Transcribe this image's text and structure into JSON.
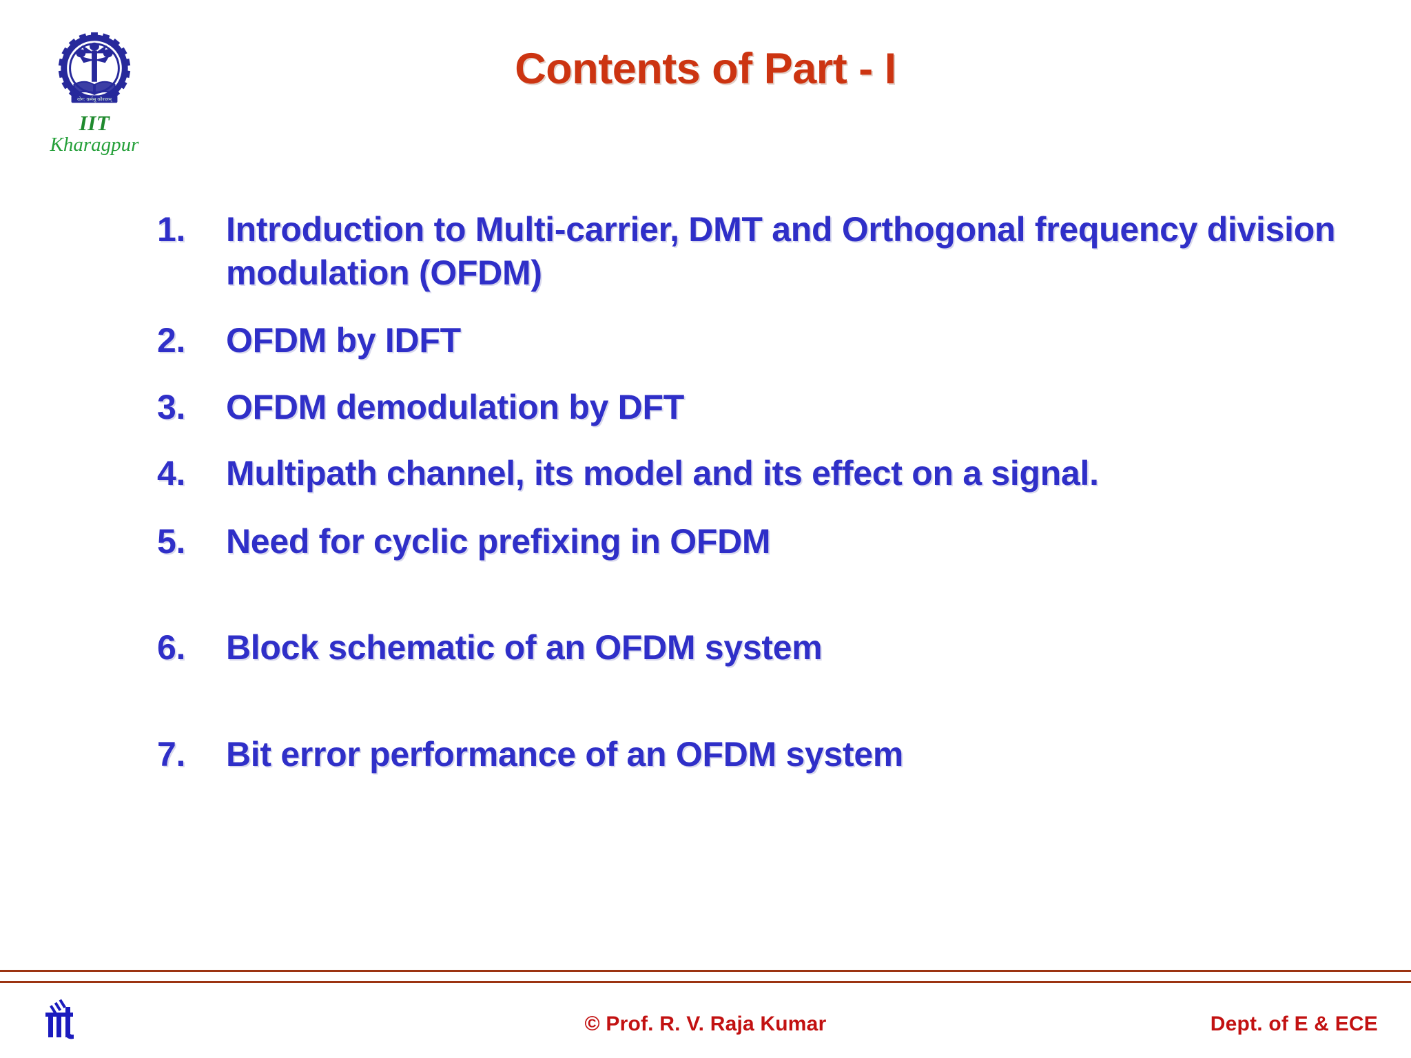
{
  "slide": {
    "background_color": "#ffffff",
    "title": "Contents of Part - I",
    "title_color": "#cc3411",
    "body_color": "#2f2fc8",
    "footer_color": "#c21111",
    "rule_color": "#9c3412"
  },
  "logo": {
    "icon_name": "iit-kharagpur-emblem",
    "line1": "IIT",
    "line2": "Kharagpur",
    "text_color": "#1f8a2e",
    "mark_color": "#27299b"
  },
  "contents": {
    "items": [
      {
        "number": "1.",
        "text": "Introduction to Multi-carrier, DMT and Orthogonal frequency division modulation (OFDM)"
      },
      {
        "number": "2.",
        "text": "OFDM by IDFT"
      },
      {
        "number": "3.",
        "text": "OFDM demodulation by DFT"
      },
      {
        "number": "4.",
        "text": "Multipath channel, its model and its effect on a signal."
      },
      {
        "number": "5.",
        "text": "Need for cyclic prefixing in OFDM"
      },
      {
        "number": "6.",
        "text": "Block schematic of an OFDM system"
      },
      {
        "number": "7.",
        "text": "Bit error performance of an OFDM system"
      }
    ]
  },
  "footer": {
    "logo_icon_name": "iit-monogram",
    "copyright": "© Prof. R. V. Raja Kumar",
    "department": "Dept. of E & ECE"
  }
}
